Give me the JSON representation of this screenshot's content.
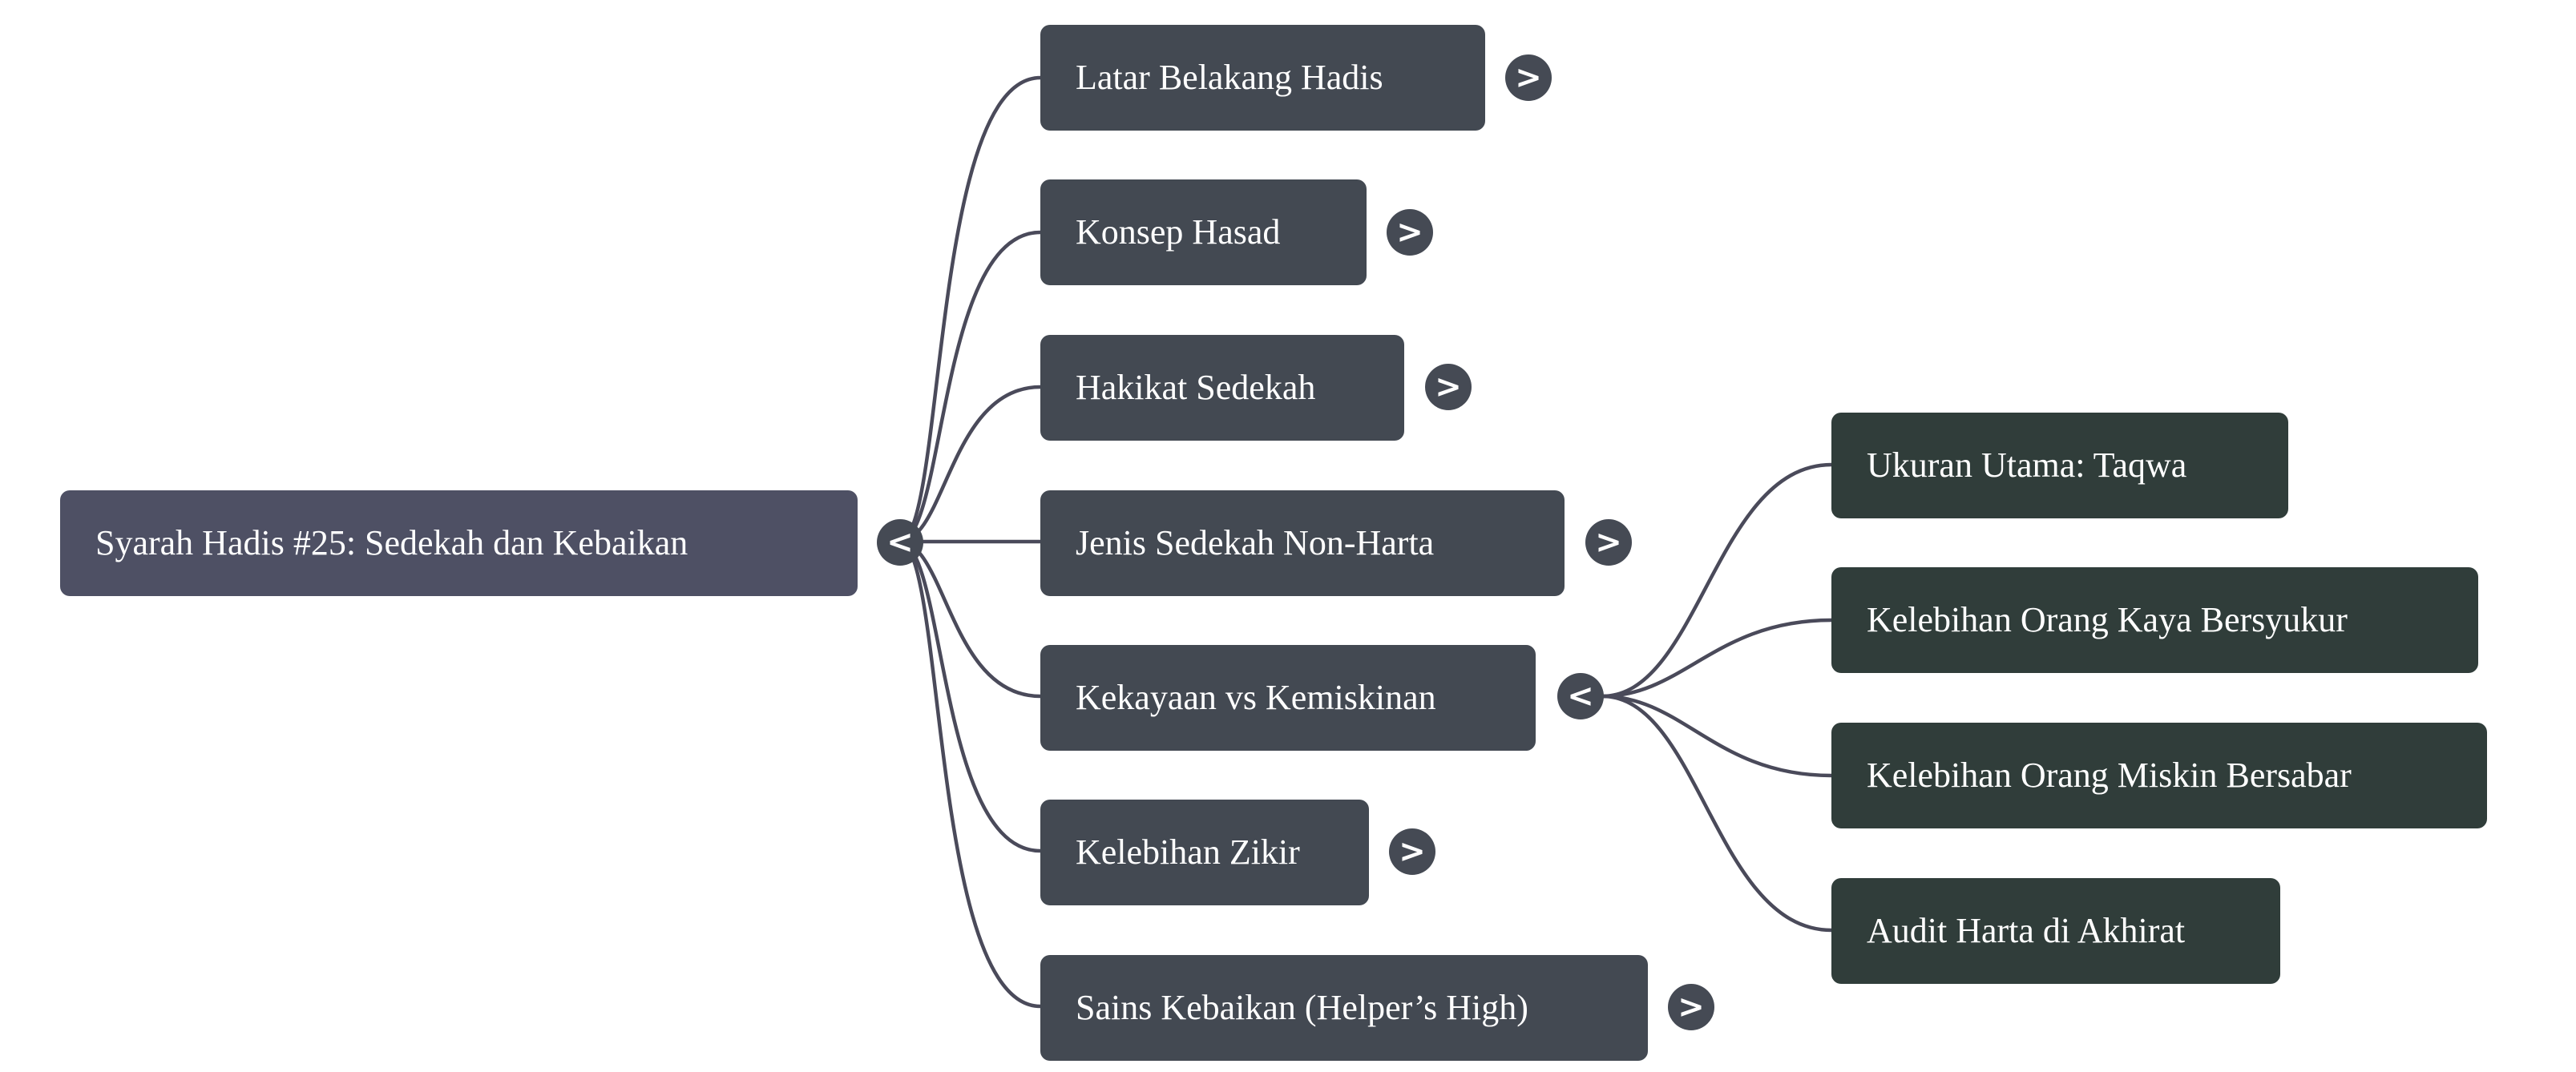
{
  "mindmap": {
    "colors": {
      "root_fill": "#4e5064",
      "branch_fill": "#434952",
      "leaf_fill": "#303d3a",
      "edge": "#4a4a5a",
      "toggle_fill": "#454a54",
      "text": "#ffffff"
    },
    "root": {
      "label": "Syarah Hadis #25: Sedekah dan Kebaikan",
      "toggle": "<",
      "expanded": true
    },
    "branches": [
      {
        "label": "Latar Belakang Hadis",
        "toggle": ">",
        "expanded": false
      },
      {
        "label": "Konsep Hasad",
        "toggle": ">",
        "expanded": false
      },
      {
        "label": "Hakikat Sedekah",
        "toggle": ">",
        "expanded": false
      },
      {
        "label": "Jenis Sedekah Non-Harta",
        "toggle": ">",
        "expanded": false
      },
      {
        "label": "Kekayaan vs Kemiskinan",
        "toggle": "<",
        "expanded": true,
        "children": [
          {
            "label": "Ukuran Utama: Taqwa"
          },
          {
            "label": "Kelebihan Orang Kaya Bersyukur"
          },
          {
            "label": "Kelebihan Orang Miskin Bersabar"
          },
          {
            "label": "Audit Harta di Akhirat"
          }
        ]
      },
      {
        "label": "Kelebihan Zikir",
        "toggle": ">",
        "expanded": false
      },
      {
        "label": "Sains Kebaikan (Helper’s High)",
        "toggle": ">",
        "expanded": false
      }
    ]
  }
}
